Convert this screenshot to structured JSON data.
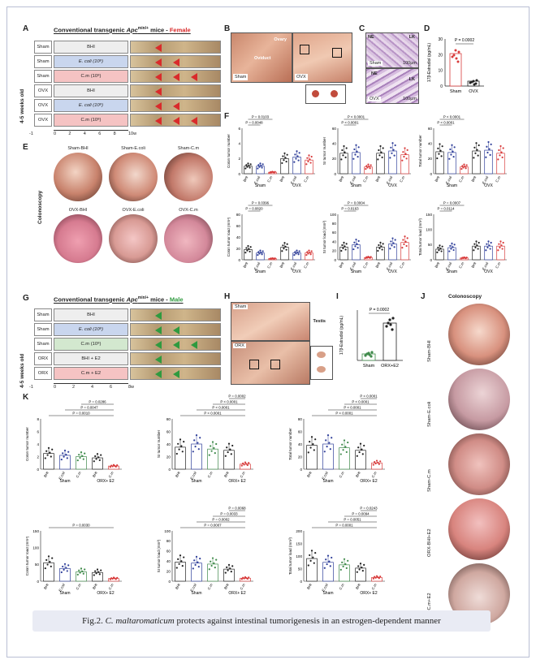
{
  "figure_panels": {
    "A": {
      "letter": "A",
      "title_prefix": "Conventional transgenic ",
      "gene": "Apc",
      "super": "min/+",
      "title_suffix": " mice - ",
      "sex": "Female",
      "age_label": "4-5 weeks old",
      "rows": [
        {
          "group": "Sham",
          "treat": "BHI",
          "color": "#eeeeee"
        },
        {
          "group": "Sham",
          "treat": "E. coli (10⁸)",
          "color": "#c9d6ee"
        },
        {
          "group": "Sham",
          "treat": "C.m (10⁸)",
          "color": "#f5c3c3"
        },
        {
          "group": "OVX",
          "treat": "BHI",
          "color": "#eeeeee"
        },
        {
          "group": "OVX",
          "treat": "E. coli (10⁸)",
          "color": "#c9d6ee"
        },
        {
          "group": "OVX",
          "treat": "C.m (10⁸)",
          "color": "#f5c3c3"
        }
      ],
      "timeline": [
        "-1",
        "0",
        "2",
        "4",
        "6",
        "8",
        "10w"
      ]
    },
    "B": {
      "letter": "B",
      "labels": {
        "sham": "Sham",
        "ovx": "OVX",
        "ovary": "Ovary",
        "oviduct": "Oviduct"
      }
    },
    "C": {
      "letter": "C",
      "labels": {
        "sham": "Sham",
        "ovx": "OVX",
        "ne": "NE",
        "lk": "LK",
        "scale": "100μm"
      }
    },
    "D": {
      "letter": "D",
      "ylabel": "17β-Estradiol (pg/mL)",
      "p": "P = 0.0002",
      "cats": [
        "Sham",
        "OVX"
      ],
      "ticks": [
        "0",
        "10",
        "20",
        "30"
      ]
    },
    "E": {
      "letter": "E",
      "side_label": "Colonoscopy",
      "top": [
        "Sham-BHI",
        "Sham-E.coli",
        "Sham-C.m"
      ],
      "bottom": [
        "OVX-BHI",
        "OVX-E.coli",
        "OVX-C.m"
      ]
    },
    "F": {
      "letter": "F"
    },
    "G": {
      "letter": "G",
      "title_prefix": "Conventional transgenic ",
      "gene": "Apc",
      "super": "min/+",
      "title_suffix": " mice - ",
      "sex": "Male",
      "age_label": "4-5 weeks old",
      "rows": [
        {
          "group": "Sham",
          "treat": "BHI",
          "color": "#eeeeee"
        },
        {
          "group": "Sham",
          "treat": "E. coli (10⁸)",
          "color": "#c9d6ee"
        },
        {
          "group": "Sham",
          "treat": "C.m (10⁸)",
          "color": "#d3e8cf"
        },
        {
          "group": "ORX",
          "treat": "BHI + E2",
          "color": "#eeeeee"
        },
        {
          "group": "ORX",
          "treat": "C.m + E2",
          "color": "#f5c3c3"
        }
      ],
      "timeline": [
        "-1",
        "0",
        "2",
        "4",
        "6",
        "8w"
      ]
    },
    "H": {
      "letter": "H",
      "labels": {
        "sham": "Sham",
        "orx": "ORX",
        "testis": "Testis"
      }
    },
    "I": {
      "letter": "I",
      "ylabel": "17β-Estradiol (pg/mL)",
      "p": "P = 0.0002",
      "cats": [
        "Sham",
        "ORX+E2"
      ]
    },
    "J": {
      "letter": "J",
      "title": "Colonoscopy",
      "labels": [
        "Sham-BHI",
        "Sham-E.coli",
        "Sham-C.m",
        "ORX-BHI+E2",
        "ORX-C.m+E2"
      ]
    },
    "K": {
      "letter": "K"
    }
  },
  "chart_data": [
    {
      "id": "F1",
      "type": "bar",
      "ylabel": "Colon tumor number",
      "categories": [
        "BHI",
        "E.coli",
        "C.m",
        "BHI",
        "E.coli",
        "C.m"
      ],
      "groups": [
        "Sham",
        "OVX"
      ],
      "values": [
        1.0,
        1.0,
        0.2,
        2.0,
        2.2,
        1.8
      ],
      "ylim": [
        0,
        6
      ],
      "yticks": [
        "0",
        "2",
        "4",
        "6"
      ],
      "pvalues": [
        "P = 0.0048",
        "P = 0.0103"
      ]
    },
    {
      "id": "F2",
      "type": "bar",
      "ylabel": "SI tumor number",
      "categories": [
        "BHI",
        "E.coli",
        "C.m",
        "BHI",
        "E.coli",
        "C.m"
      ],
      "groups": [
        "Sham",
        "OVX"
      ],
      "values": [
        27,
        28,
        9,
        27,
        30,
        25
      ],
      "ylim": [
        0,
        60
      ],
      "yticks": [
        "0",
        "20",
        "40",
        "60"
      ],
      "pvalues": [
        "P < 0.0001",
        "P < 0.0001"
      ]
    },
    {
      "id": "F3",
      "type": "bar",
      "ylabel": "Total tumor number",
      "categories": [
        "BHI",
        "E.coli",
        "C.m",
        "BHI",
        "E.coli",
        "C.m"
      ],
      "groups": [
        "Sham",
        "OVX"
      ],
      "values": [
        29,
        28,
        9,
        30,
        31,
        27
      ],
      "ylim": [
        0,
        60
      ],
      "yticks": [
        "0",
        "20",
        "40",
        "60"
      ],
      "pvalues": [
        "P < 0.0001",
        "P < 0.0001"
      ]
    },
    {
      "id": "F4",
      "type": "bar",
      "ylabel": "Colon tumor load (mm³)",
      "categories": [
        "BHI",
        "E.coli",
        "C.m",
        "BHI",
        "E.coli",
        "C.m"
      ],
      "groups": [
        "Sham",
        "OVX"
      ],
      "values": [
        18,
        12,
        2,
        22,
        12,
        12
      ],
      "ylim": [
        0,
        80
      ],
      "yticks": [
        "0",
        "20",
        "40",
        "60",
        "80"
      ],
      "pvalues": [
        "P = 0.0820",
        "P = 0.0396"
      ]
    },
    {
      "id": "F5",
      "type": "bar",
      "ylabel": "SI tumor load (mm³)",
      "categories": [
        "BHI",
        "E.coli",
        "C.m",
        "BHI",
        "E.coli",
        "C.m"
      ],
      "groups": [
        "Sham",
        "OVX"
      ],
      "values": [
        28,
        33,
        5,
        28,
        35,
        38
      ],
      "ylim": [
        0,
        100
      ],
      "yticks": [
        "0",
        "20",
        "40",
        "60",
        "80",
        "100"
      ],
      "pvalues": [
        "P = 0.0163",
        "P = 0.0004"
      ]
    },
    {
      "id": "F6",
      "type": "bar",
      "ylabel": "Total tumor load (mm³)",
      "categories": [
        "BHI",
        "E.coli",
        "C.m",
        "BHI",
        "E.coli",
        "C.m"
      ],
      "groups": [
        "Sham",
        "OVX"
      ],
      "values": [
        35,
        40,
        6,
        45,
        45,
        45
      ],
      "ylim": [
        0,
        150
      ],
      "yticks": [
        "0",
        "50",
        "100",
        "150"
      ],
      "pvalues": [
        "P = 0.0114",
        "P = 0.0007"
      ]
    },
    {
      "id": "K1",
      "type": "bar",
      "ylabel": "Colon tumor number",
      "categories": [
        "BHI",
        "E.coli",
        "C.m",
        "BHI",
        "C.m"
      ],
      "groups": [
        "Sham",
        "ORX+ E2"
      ],
      "values": [
        2.5,
        2.2,
        2.0,
        1.8,
        0.5
      ],
      "ylim": [
        0,
        8
      ],
      "yticks": [
        "0",
        "2",
        "4",
        "6",
        "8"
      ],
      "pvalues": [
        "P = 0.0010",
        "P = 0.0047",
        "P = 0.0286"
      ]
    },
    {
      "id": "K2",
      "type": "bar",
      "ylabel": "SI tumor number",
      "categories": [
        "BHI",
        "E.coli",
        "C.m",
        "BHI",
        "C.m"
      ],
      "groups": [
        "Sham",
        "ORX+ E2"
      ],
      "values": [
        35,
        40,
        32,
        30,
        8
      ],
      "ylim": [
        0,
        80
      ],
      "yticks": [
        "0",
        "20",
        "40",
        "60",
        "80"
      ],
      "pvalues": [
        "P < 0.0001",
        "P < 0.0001",
        "P < 0.0001",
        "P = 0.0002"
      ]
    },
    {
      "id": "K3",
      "type": "bar",
      "ylabel": "Total tumor number",
      "categories": [
        "BHI",
        "E.coli",
        "C.m",
        "BHI",
        "C.m"
      ],
      "groups": [
        "Sham",
        "ORX+ E2"
      ],
      "values": [
        38,
        40,
        34,
        30,
        10
      ],
      "ylim": [
        0,
        80
      ],
      "yticks": [
        "0",
        "20",
        "40",
        "60",
        "80"
      ],
      "pvalues": [
        "P < 0.0001",
        "P < 0.0001",
        "P < 0.0001",
        "P < 0.0001"
      ]
    },
    {
      "id": "K4",
      "type": "bar",
      "ylabel": "Colon tumor load (mm³)",
      "categories": [
        "BHI",
        "E.coli",
        "C.m",
        "BHI",
        "C.m"
      ],
      "groups": [
        "Sham",
        "ORX+ E2"
      ],
      "values": [
        55,
        38,
        28,
        26,
        8
      ],
      "ylim": [
        0,
        150
      ],
      "yticks": [
        "0",
        "50",
        "100",
        "150"
      ],
      "pvalues": [
        "P = 0.0030"
      ]
    },
    {
      "id": "K5",
      "type": "bar",
      "ylabel": "SI tumor load (mm³)",
      "categories": [
        "BHI",
        "E.coli",
        "C.m",
        "BHI",
        "C.m"
      ],
      "groups": [
        "Sham",
        "ORX+ E2"
      ],
      "values": [
        38,
        36,
        34,
        24,
        6
      ],
      "ylim": [
        0,
        100
      ],
      "yticks": [
        "0",
        "20",
        "40",
        "60",
        "80",
        "100"
      ],
      "pvalues": [
        "P = 0.0007",
        "P = 0.0002",
        "P = 0.0033",
        "P = 0.0068"
      ]
    },
    {
      "id": "K6",
      "type": "bar",
      "ylabel": "Total tumor load (mm³)",
      "categories": [
        "BHI",
        "E.coli",
        "C.m",
        "BHI",
        "C.m"
      ],
      "groups": [
        "Sham",
        "ORX+ E2"
      ],
      "values": [
        90,
        75,
        65,
        52,
        15
      ],
      "ylim": [
        0,
        200
      ],
      "yticks": [
        "0",
        "50",
        "100",
        "150",
        "200"
      ],
      "pvalues": [
        "P = 0.0001",
        "P = 0.0051",
        "P = 0.0094",
        "P = 0.0243"
      ]
    }
  ],
  "colors": {
    "BHI": "#222222",
    "E.coli": "#2f3f9a",
    "C.m.sham": "#3a3a3a",
    "C.m": "#d83a3a",
    "GreenSham": "#3f8a4a",
    "figure_caption_bg": "#e9ebf4"
  },
  "caption": {
    "prefix": "Fig.2. ",
    "species": "C. maltaromaticum",
    "rest": " protects against intestinal tumorigenesis in an estrogen-dependent manner"
  }
}
